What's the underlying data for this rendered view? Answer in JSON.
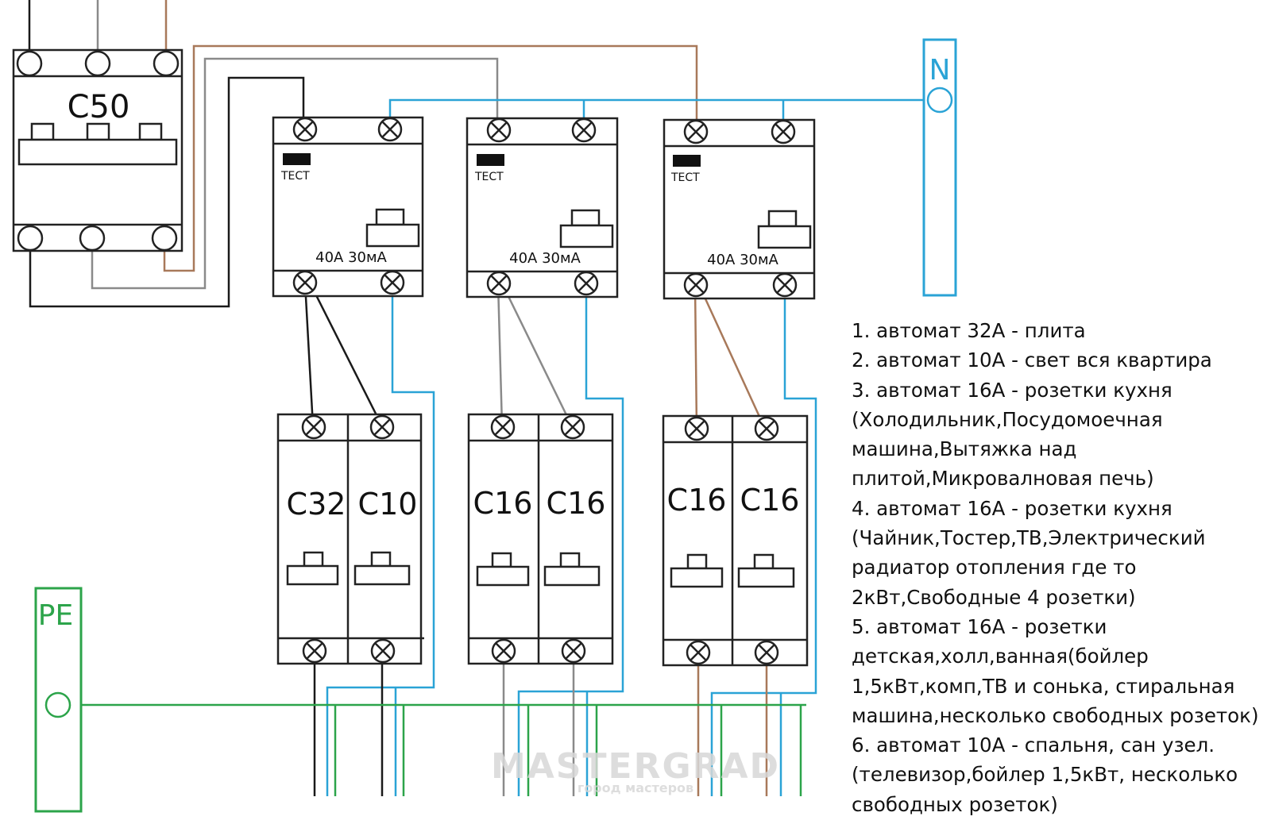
{
  "main_breaker": {
    "label": "C50"
  },
  "rcds": [
    {
      "test_label": "ТЕСТ",
      "rating": "40A 30мА"
    },
    {
      "test_label": "ТЕСТ",
      "rating": "40A 30мА"
    },
    {
      "test_label": "ТЕСТ",
      "rating": "40A 30мА"
    }
  ],
  "breakers": [
    "C32",
    "C10",
    "C16",
    "C16",
    "C16",
    "C16"
  ],
  "buses": {
    "neutral": "N",
    "earth": "PE"
  },
  "watermark": {
    "title": "MASTERGRAD",
    "subtitle": "город мастеров"
  },
  "legend": [
    "1. автомат 32А - плита",
    "2. автомат 10А - свет вся квартира",
    "3. автомат 16А - розетки кухня",
    "(Холодильник,Посудомоечная",
    "машина,Вытяжка над",
    "плитой,Микровалновая печь)",
    "4. автомат 16А - розетки кухня",
    "(Чайник,Тостер,ТВ,Электрический",
    "радиатор отопления где то",
    "2кВт,Свободные 4 розетки)",
    "5. автомат 16А - розетки",
    "детская,холл,ванная(бойлер",
    "1,5кВт,комп,ТВ и сонька, стиральная",
    "машина,несколько свободных розеток)",
    "6. автомат 10А - спальня, сан узел.",
    "(телевизор,бойлер 1,5кВт, несколько",
    "свободных розеток)"
  ],
  "colors": {
    "black": "#1a1a1a",
    "grey": "#8a8a8a",
    "brown": "#a8795a",
    "neutral_blue": "#2aa3d6",
    "earth_green": "#2ca44a"
  }
}
